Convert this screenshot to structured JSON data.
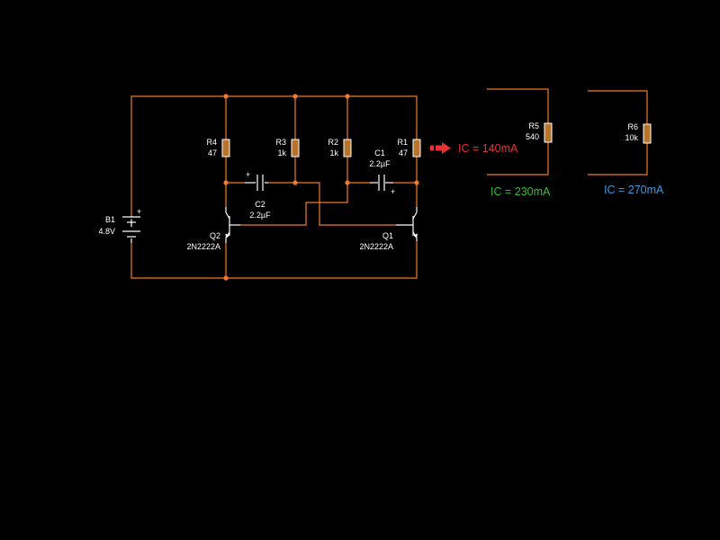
{
  "colors": {
    "wire": "#f07830",
    "component": "#ffffff",
    "resistor_body": "#b8742a",
    "annotation_red": "#e83030",
    "annotation_green": "#3cb83c",
    "annotation_blue": "#3a9ae0"
  },
  "components": {
    "B1": {
      "ref": "B1",
      "value": "4.8V"
    },
    "R4": {
      "ref": "R4",
      "value": "47"
    },
    "R3": {
      "ref": "R3",
      "value": "1k"
    },
    "R2": {
      "ref": "R2",
      "value": "1k"
    },
    "R1": {
      "ref": "R1",
      "value": "47"
    },
    "C1": {
      "ref": "C1",
      "value": "2.2µF"
    },
    "C2": {
      "ref": "C2",
      "value": "2.2µF"
    },
    "Q1": {
      "ref": "Q1",
      "value": "2N2222A"
    },
    "Q2": {
      "ref": "Q2",
      "value": "2N2222A"
    },
    "R5": {
      "ref": "R5",
      "value": "540"
    },
    "R6": {
      "ref": "R6",
      "value": "10k"
    }
  },
  "polarity": {
    "plus": "+"
  },
  "annotations": {
    "ic_r1": "IC = 140mA",
    "ic_r5": "IC = 230mA",
    "ic_r6": "IC = 270mA"
  },
  "icons": {
    "arrow": "arrow-right-icon"
  }
}
